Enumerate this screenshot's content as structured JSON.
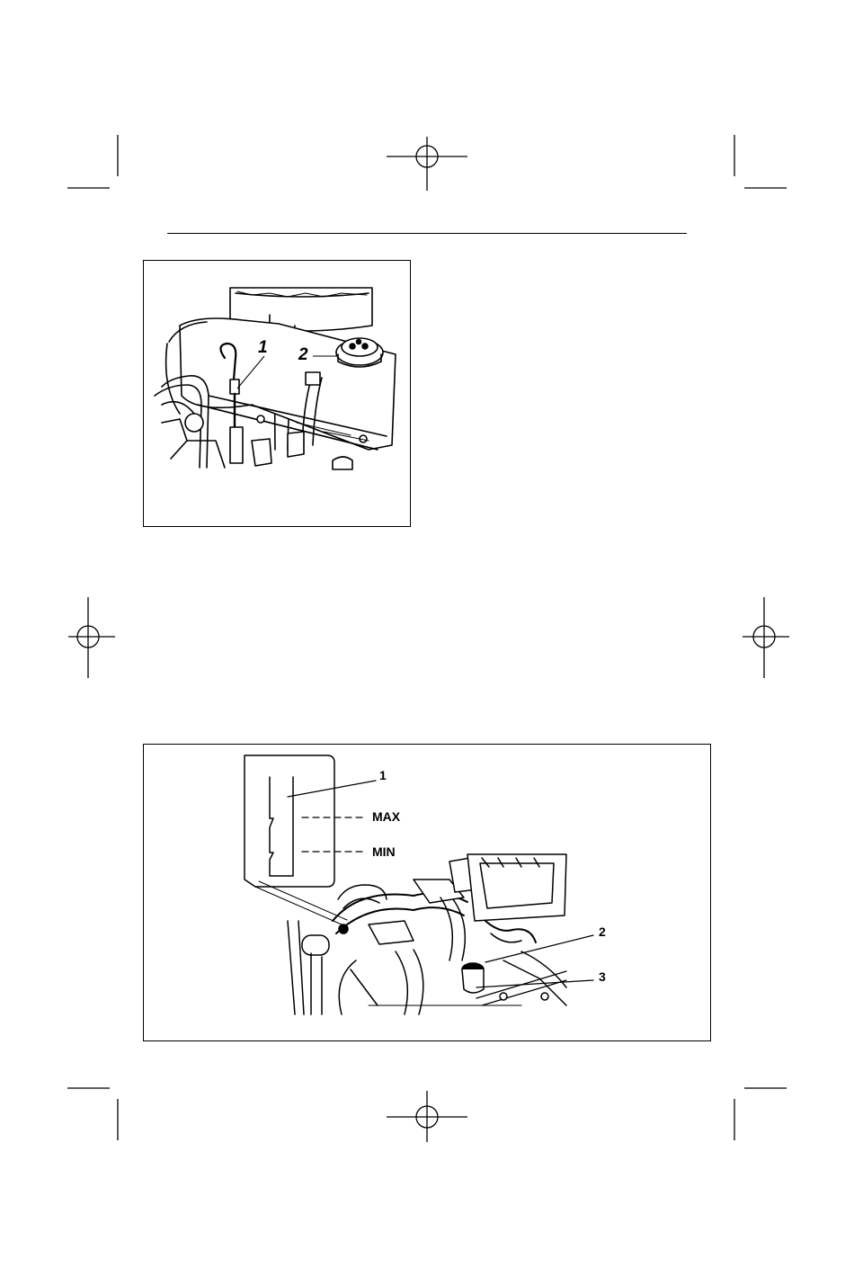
{
  "figure_top": {
    "callouts": [
      "1",
      "2"
    ]
  },
  "figure_bottom": {
    "callouts": [
      "1",
      "2",
      "3"
    ],
    "dipstick_marks": [
      "MAX",
      "MIN"
    ]
  }
}
